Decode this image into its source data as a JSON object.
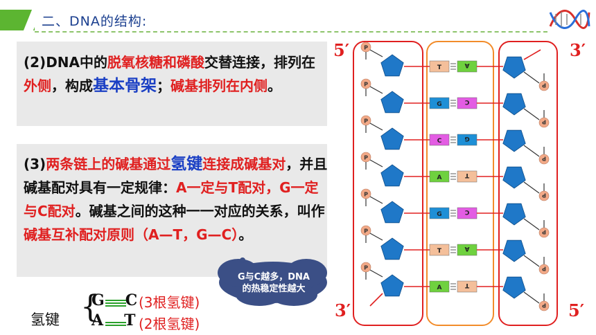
{
  "header": {
    "title": "二、DNA的结构:"
  },
  "point2": {
    "prefix": "(2)DNA中的",
    "t1": "脱氧核糖和磷酸",
    "t2": "交替连接，排列在",
    "t3": "外侧",
    "t4": "，构成",
    "t5": "基本骨架",
    "t6": "；",
    "t7": "碱基排列在内侧",
    "t8": "。"
  },
  "point3": {
    "prefix": "(3)",
    "t1": "两条链上的碱基通过",
    "t2": "氢键",
    "t3": "连接成碱基对",
    "t4": "，并且碱基配对具有一定规律：",
    "t5": "A一定与T配对，G一定与C配对",
    "t6": "。碱基之间的这种一一对应的关系，叫作",
    "t7": "碱基互补配对原则（A—T，G—C）",
    "t8": "。"
  },
  "bubble": {
    "line1": "G与C越多，DNA",
    "line2": "的热稳定性越大"
  },
  "hydrogen_bond": {
    "label": "氢键",
    "gc_left": "G",
    "gc_right": "C",
    "gc_note": "(3根氢键)",
    "at_left": "A",
    "at_right": "T",
    "at_note": "(2根氢键)"
  },
  "diagram": {
    "label_5_top": "5′",
    "label_3_top": "3′",
    "label_3_bottom": "3′",
    "label_5_bottom": "5′",
    "phosphate_label": "P",
    "pairs": [
      {
        "left": "T",
        "right": "A"
      },
      {
        "left": "G",
        "right": "C"
      },
      {
        "left": "C",
        "right": "G"
      },
      {
        "left": "A",
        "right": "T"
      },
      {
        "left": "G",
        "right": "C"
      },
      {
        "left": "T",
        "right": "A"
      },
      {
        "left": "A",
        "right": "T"
      }
    ],
    "base_colors": {
      "A": "#6fd13f",
      "T": "#f4bf9a",
      "G": "#1e8fd6",
      "C": "#e35ce3"
    },
    "sugar_color": "#1f78c8",
    "phosphate_color": "#f2a987",
    "strand_box_color": "#e02020",
    "center_box_color": "#f28c2a"
  }
}
